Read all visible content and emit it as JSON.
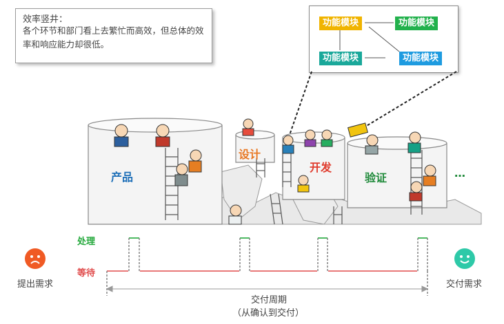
{
  "note": {
    "title": "效率竖井：",
    "body": "各个环节和部门看上去繁忙而高效，但总体的效率和响应能力却很低。"
  },
  "modules": [
    {
      "label": "功能模块",
      "color": "#f0b400"
    },
    {
      "label": "功能模块",
      "color": "#22b14c"
    },
    {
      "label": "功能模块",
      "color": "#1aa89a"
    },
    {
      "label": "功能模块",
      "color": "#1e9be0"
    }
  ],
  "silos": {
    "product": "产品",
    "design": "设计",
    "develop": "开发",
    "verify": "验证",
    "more": "…"
  },
  "timeline": {
    "process_label": "处理",
    "wait_label": "等待",
    "left_label": "提出需求",
    "right_label": "交付需求",
    "cycle_label": "交付周期",
    "cycle_sub": "（从确认到交付）"
  },
  "colors": {
    "process": "#22a83a",
    "wait": "#e04b4b",
    "sad": "#f05a24",
    "happy": "#2ec9a8",
    "product": "#1e6fb8",
    "design": "#e87722",
    "develop": "#e03c2e",
    "verify": "#1f8a3a"
  }
}
